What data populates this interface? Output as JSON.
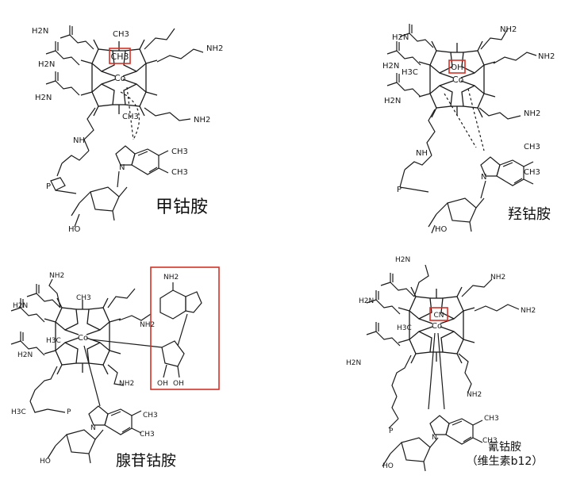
{
  "panels": [
    {
      "name": "甲钴胺",
      "ligand": "CH3",
      "caption_lines": [
        "甲钴胺"
      ]
    },
    {
      "name": "羟钴胺",
      "ligand": "OH",
      "caption_lines": [
        "羟钴胺"
      ]
    },
    {
      "name": "腺苷钴胺",
      "ligand": "",
      "caption_lines": [
        "腺苷钴胺"
      ],
      "adenosine_labels": {
        "nh2": "NH2",
        "oh_left": "OH",
        "oh_right": "OH"
      }
    },
    {
      "name": "氰钴胺",
      "ligand": "CN",
      "caption_lines": [
        "氰钴胺",
        "（维生素b12）"
      ]
    }
  ],
  "atoms": {
    "cobalt": "Co",
    "nh2": "NH2",
    "h2n": "H2N",
    "ch3": "CH3",
    "h3c": "H3C",
    "n": "N",
    "o": "O",
    "p": "P",
    "ho": "HO",
    "nh": "NH",
    "h": "H"
  },
  "colors": {
    "ink": "#1a1a1a",
    "highlight": "#d93025",
    "background": "#ffffff"
  }
}
